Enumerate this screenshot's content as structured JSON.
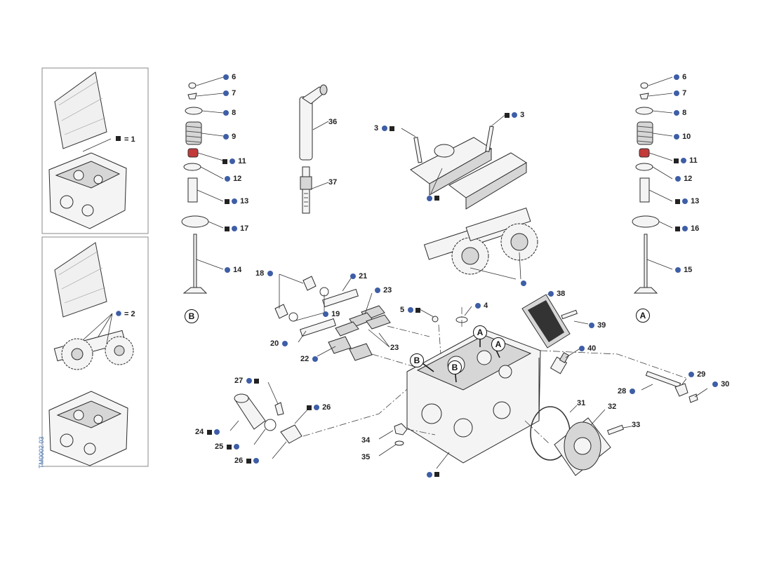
{
  "diagram_code": "TM0002.03",
  "colors": {
    "dot": "#3e5ea6",
    "square": "#222222",
    "code_text": "#3a6fb5",
    "highlight": "#c23a3a"
  },
  "boxes": {
    "kit1": {
      "label": "= 1"
    },
    "kit2": {
      "label": "= 2"
    }
  },
  "callouts": [
    {
      "id": "c-6a",
      "text": "6"
    },
    {
      "id": "c-7a",
      "text": "7"
    },
    {
      "id": "c-8a",
      "text": "8"
    },
    {
      "id": "c-9",
      "text": "9"
    },
    {
      "id": "c-11a",
      "text": "11"
    },
    {
      "id": "c-12a",
      "text": "12"
    },
    {
      "id": "c-13a",
      "text": "13"
    },
    {
      "id": "c-17",
      "text": "17"
    },
    {
      "id": "c-14",
      "text": "14"
    },
    {
      "id": "c-36",
      "text": "36"
    },
    {
      "id": "c-37",
      "text": "37"
    },
    {
      "id": "c-3a",
      "text": "3"
    },
    {
      "id": "c-3b",
      "text": "3"
    },
    {
      "id": "c-6b",
      "text": "6"
    },
    {
      "id": "c-7b",
      "text": "7"
    },
    {
      "id": "c-8b",
      "text": "8"
    },
    {
      "id": "c-10",
      "text": "10"
    },
    {
      "id": "c-11b",
      "text": "11"
    },
    {
      "id": "c-12b",
      "text": "12"
    },
    {
      "id": "c-13b",
      "text": "13"
    },
    {
      "id": "c-16",
      "text": "16"
    },
    {
      "id": "c-15",
      "text": "15"
    },
    {
      "id": "c-18",
      "text": "18"
    },
    {
      "id": "c-21",
      "text": "21"
    },
    {
      "id": "c-23a",
      "text": "23"
    },
    {
      "id": "c-19",
      "text": "19"
    },
    {
      "id": "c-20",
      "text": "20"
    },
    {
      "id": "c-22",
      "text": "22"
    },
    {
      "id": "c-23b",
      "text": "23"
    },
    {
      "id": "c-5",
      "text": "5"
    },
    {
      "id": "c-4",
      "text": "4"
    },
    {
      "id": "c-38",
      "text": "38"
    },
    {
      "id": "c-39",
      "text": "39"
    },
    {
      "id": "c-40",
      "text": "40"
    },
    {
      "id": "c-29",
      "text": "29"
    },
    {
      "id": "c-30",
      "text": "30"
    },
    {
      "id": "c-28",
      "text": "28"
    },
    {
      "id": "c-31",
      "text": "31"
    },
    {
      "id": "c-32",
      "text": "32"
    },
    {
      "id": "c-33",
      "text": "33"
    },
    {
      "id": "c-27",
      "text": "27"
    },
    {
      "id": "c-26a",
      "text": "26"
    },
    {
      "id": "c-24",
      "text": "24"
    },
    {
      "id": "c-25",
      "text": "25"
    },
    {
      "id": "c-26b",
      "text": "26"
    },
    {
      "id": "c-34",
      "text": "34"
    },
    {
      "id": "c-35",
      "text": "35"
    }
  ],
  "view_markers": [
    {
      "id": "m-B-left",
      "text": "B"
    },
    {
      "id": "m-A-right",
      "text": "A"
    },
    {
      "id": "m-A-1",
      "text": "A"
    },
    {
      "id": "m-A-2",
      "text": "A"
    },
    {
      "id": "m-B-1",
      "text": "B"
    },
    {
      "id": "m-B-2",
      "text": "B"
    }
  ]
}
